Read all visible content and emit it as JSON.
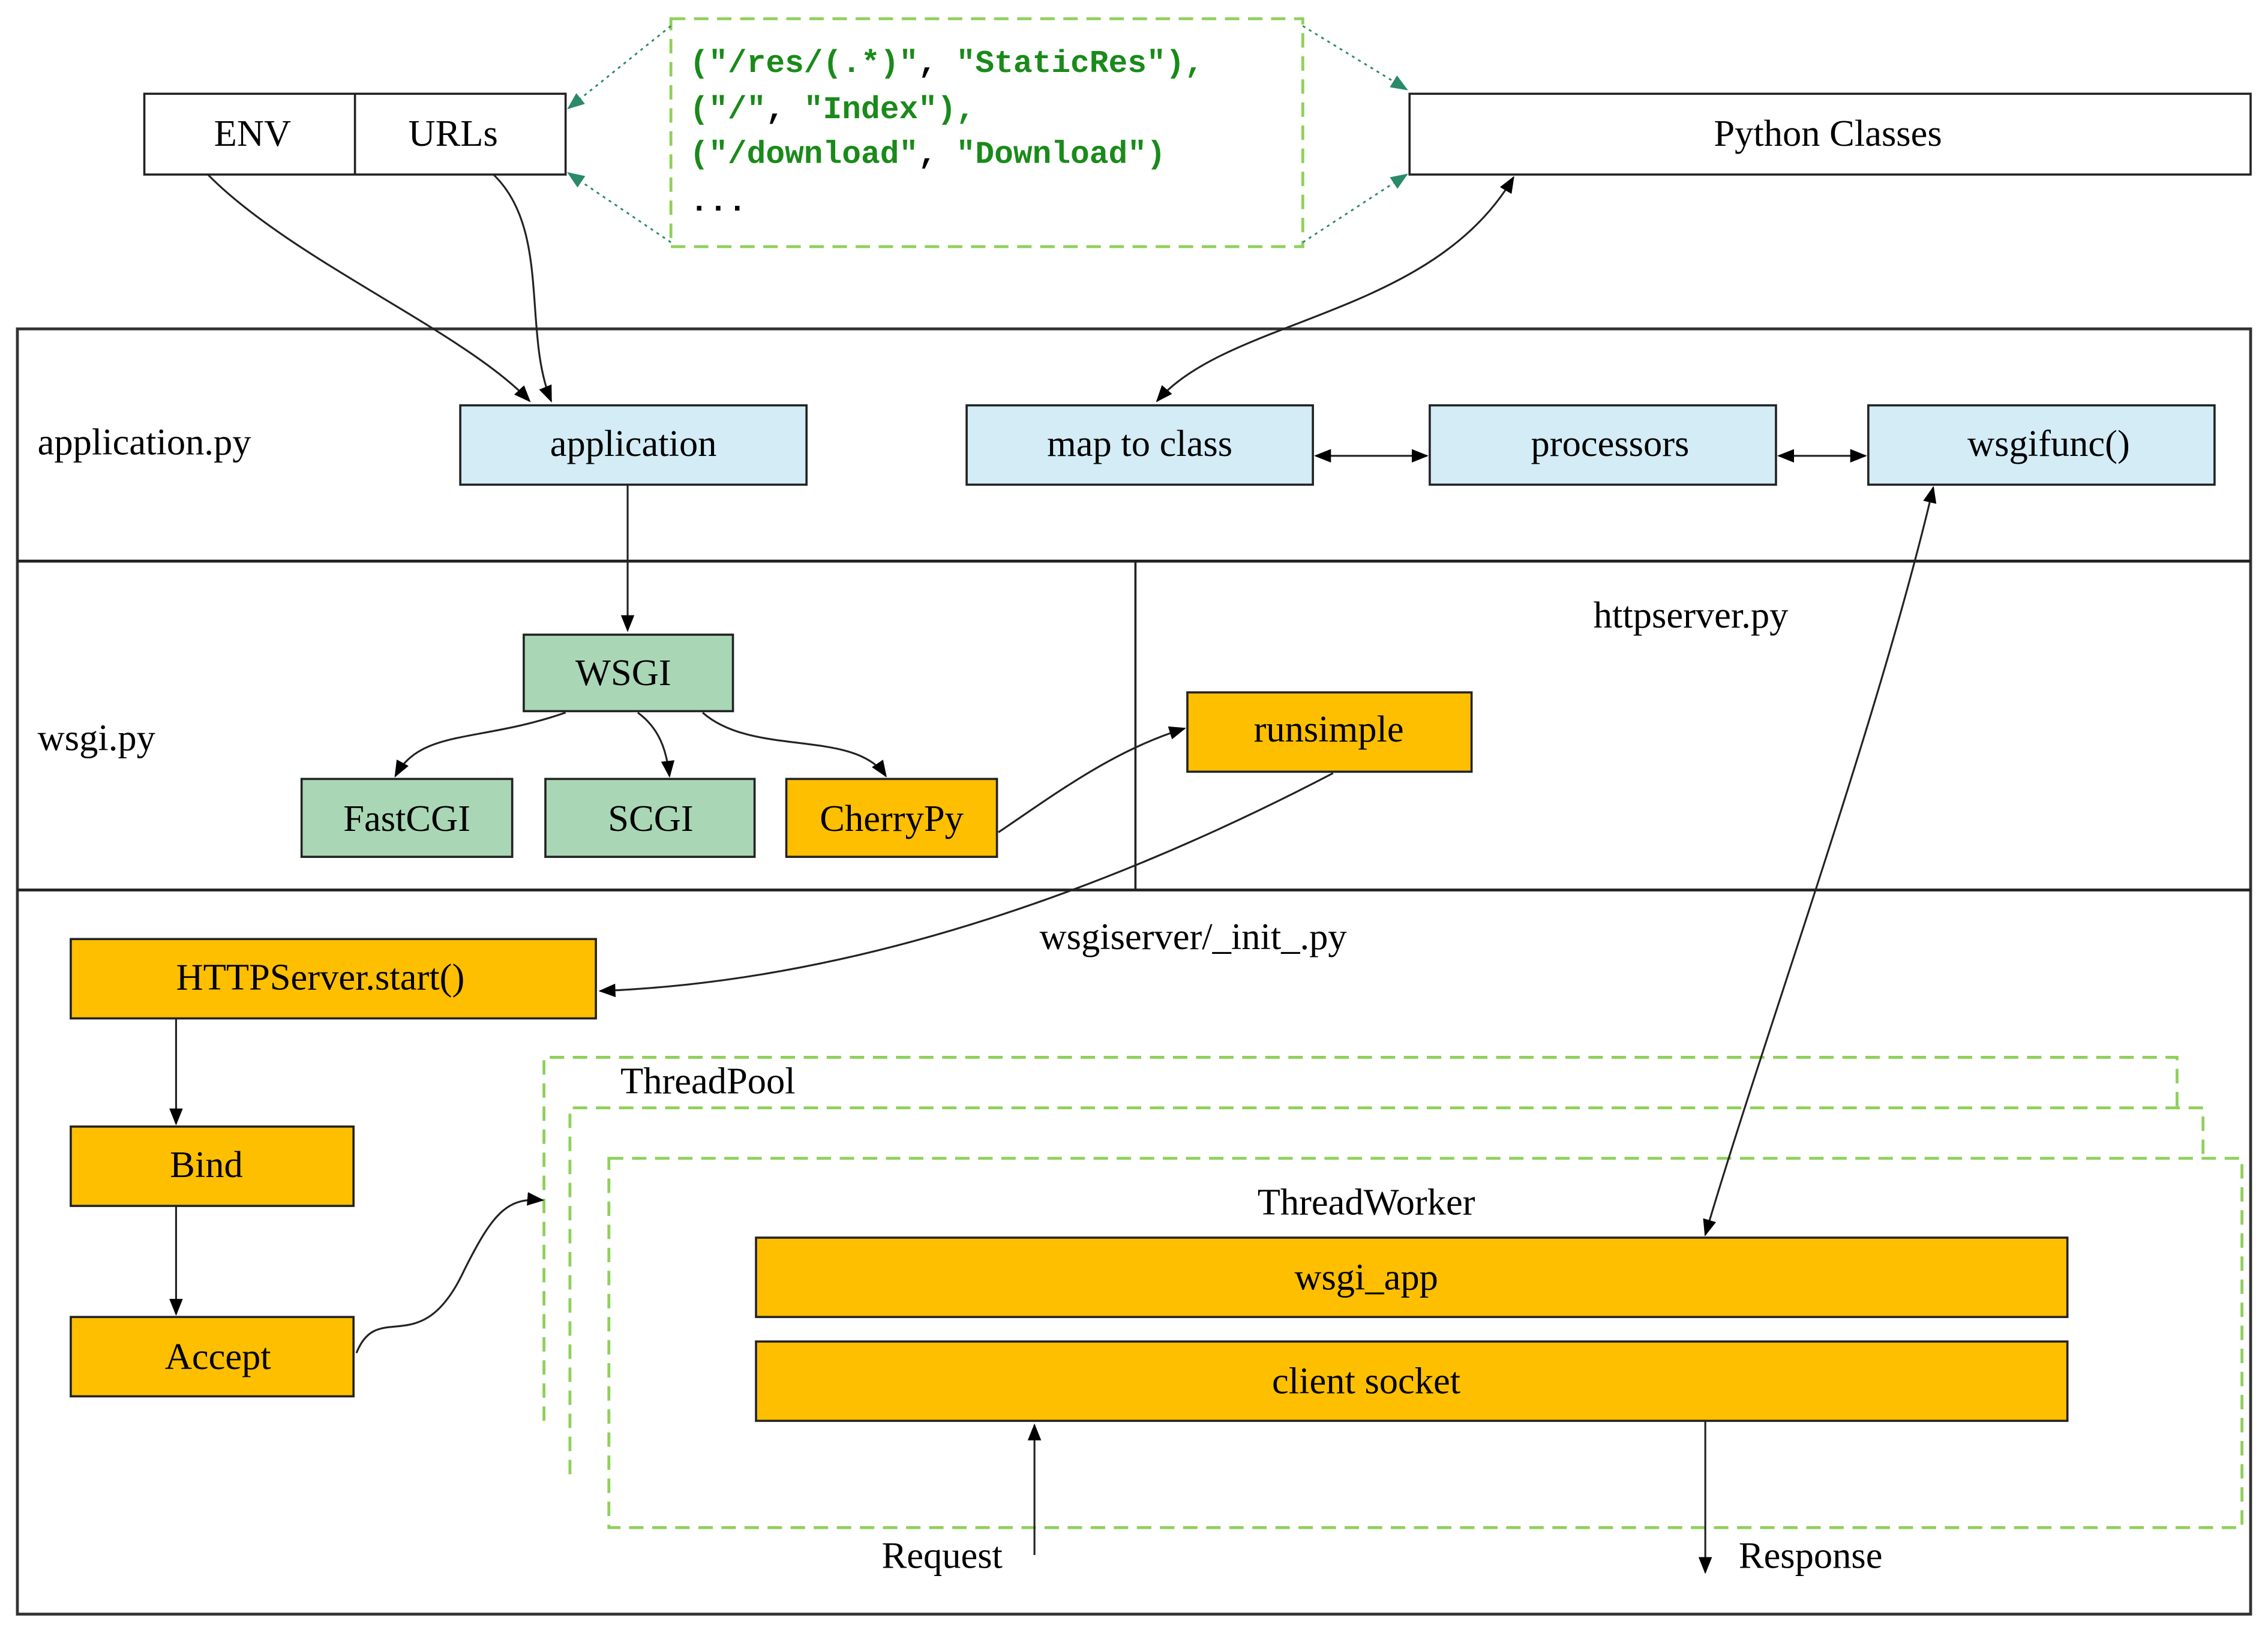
{
  "colors": {
    "blue_box": "#d3ecf6",
    "green_box": "#a9d7b6",
    "orange_box": "#fdbf00",
    "code_green": "#1a8a1a",
    "dash_green": "#8fd05a",
    "dotted_teal": "#2a8a6a"
  },
  "top": {
    "env": "ENV",
    "urls": "URLs",
    "python_classes": "Python Classes"
  },
  "url_map": {
    "lines": [
      {
        "open": "(\"/res/(.*)\"",
        "sep": ", ",
        "close": "\"StaticRes\"),"
      },
      {
        "open": "(\"/\"",
        "sep": ", ",
        "close": "\"Index\"),"
      },
      {
        "open": "(\"/download\"",
        "sep": ", ",
        "close": "\"Download\")"
      }
    ],
    "ellipsis": "..."
  },
  "sections": {
    "application": {
      "label": "application.py",
      "nodes": {
        "application": "application",
        "map_to_class": "map to class",
        "processors": "processors",
        "wsgifunc": "wsgifunc()"
      }
    },
    "wsgi": {
      "label": "wsgi.py",
      "nodes": {
        "wsgi": "WSGI",
        "fastcgi": "FastCGI",
        "scgi": "SCGI",
        "cherrypy": "CherryPy"
      }
    },
    "httpserver": {
      "label": "httpserver.py",
      "nodes": {
        "runsimple": "runsimple"
      }
    },
    "wsgiserver": {
      "label": "wsgiserver/_init_.py",
      "nodes": {
        "httpserver_start": "HTTPServer.start()",
        "bind": "Bind",
        "accept": "Accept",
        "threadpool": "ThreadPool",
        "threadworker": "ThreadWorker",
        "wsgi_app": "wsgi_app",
        "client_socket": "client socket"
      },
      "request": "Request",
      "response": "Response"
    }
  }
}
